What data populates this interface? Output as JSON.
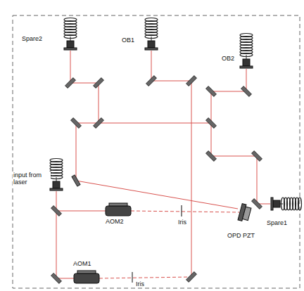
{
  "diagram": {
    "labels": [
      "Spare2",
      "OB1",
      "OB2",
      "input from laser",
      "Spare1",
      "AOM2",
      "OPD PZT",
      "Iris",
      "AOM1",
      "Iris"
    ]
  }
}
